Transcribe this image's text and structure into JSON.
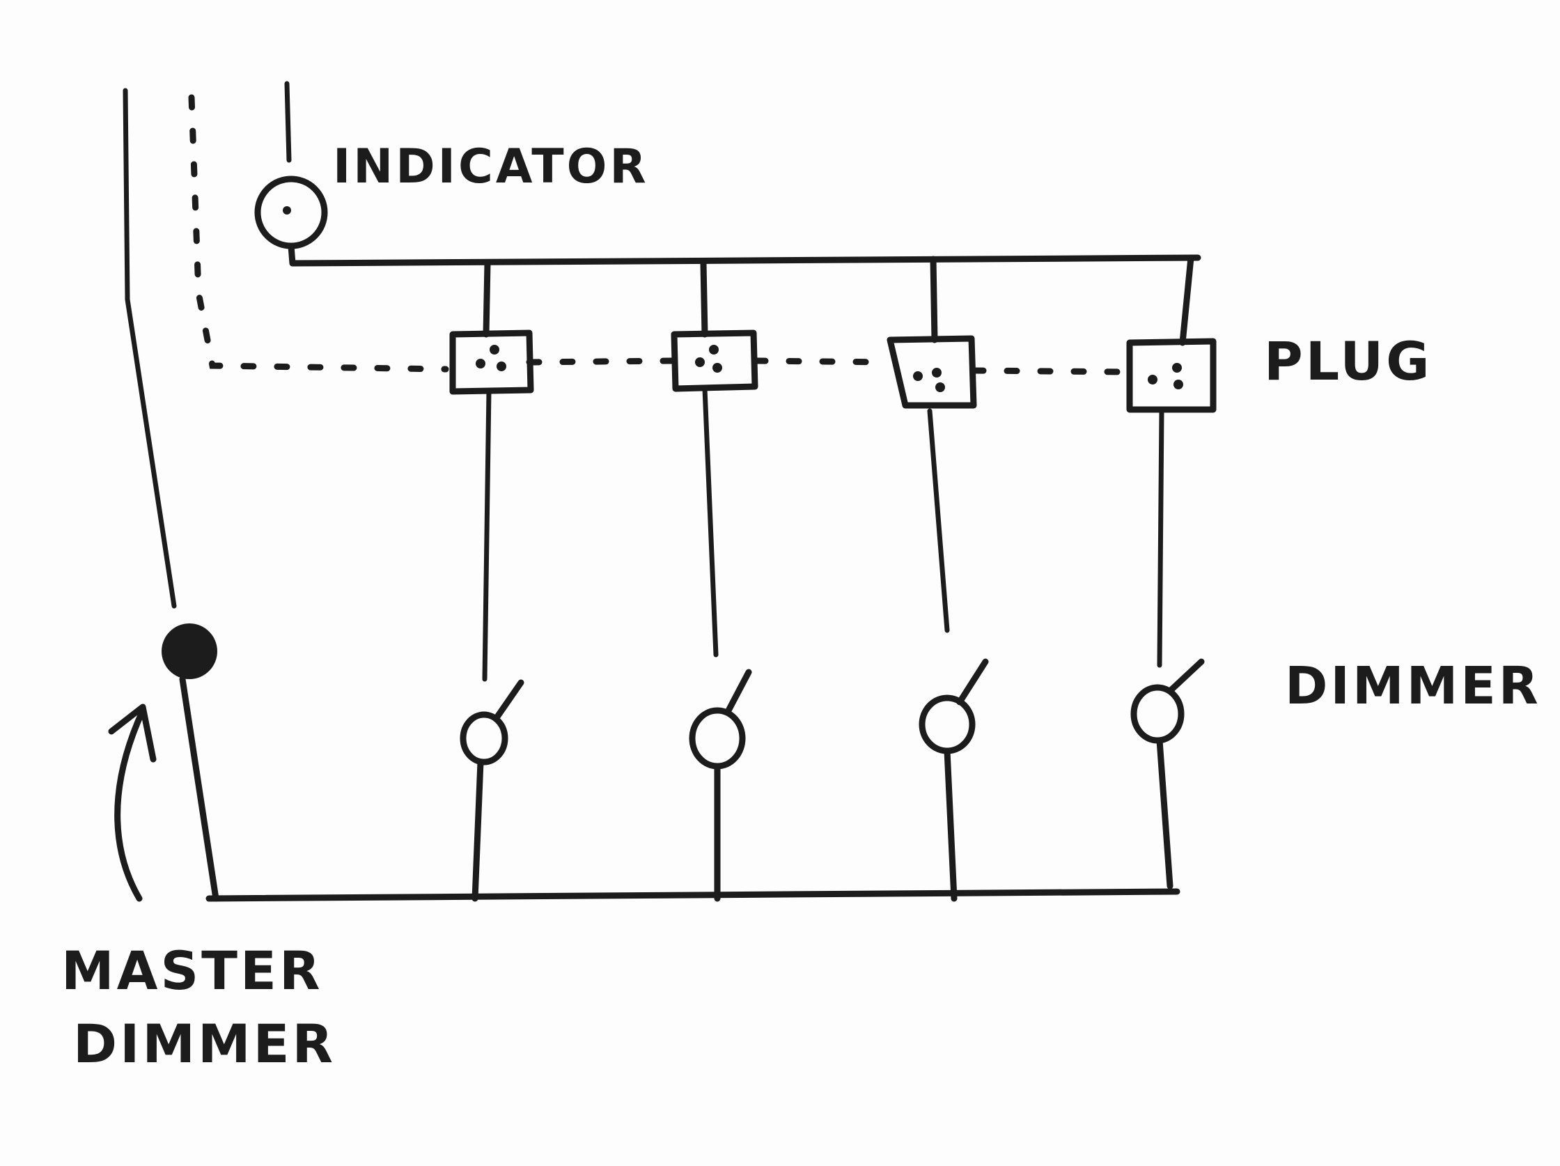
{
  "labels": {
    "indicator": "INDICATOR",
    "plug": "PLUG",
    "dimmer": "DIMMER",
    "master_line1": "MASTER",
    "master_line2": "DIMMER"
  },
  "colors": {
    "ink": "#1c1c1c",
    "paper": "#fdfdfd"
  },
  "components": {
    "channels": 4,
    "indicator_icon": "indicator-lamp-icon",
    "plug_icon": "plug-socket-icon",
    "dimmer_icon": "dimmer-switch-icon",
    "master_dimmer_icon": "master-dimmer-knob-icon"
  }
}
